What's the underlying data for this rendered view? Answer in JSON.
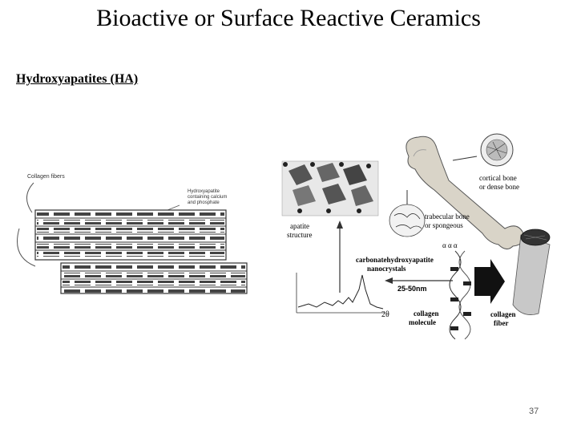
{
  "slide": {
    "title": "Bioactive or Surface Reactive Ceramics",
    "subtitle": "Hydroxyapatites (HA)",
    "page_number": "37"
  },
  "left_figure": {
    "label_collagen": "Collagen fibers",
    "label_ha_line1": "Hydroxyapatite",
    "label_ha_line2": "containing calcium",
    "label_ha_line3": "and phosphate"
  },
  "right_figure": {
    "cortical_line1": "cortical bone",
    "cortical_line2": "or dense bone",
    "trabecular_line1": "trabecular bone",
    "trabecular_line2": "or spongeous",
    "apatite_line1": "apatite",
    "apatite_line2": "structure",
    "carbonate_line1": "carbonatehydroxyapatite",
    "carbonate_line2": "nanocrystals",
    "size_label": "25-50nm",
    "collagen_molecule_line1": "collagen",
    "collagen_molecule_line2": "molecule",
    "collagen_fiber_line1": "collagen",
    "collagen_fiber_line2": "fiber",
    "alpha_label": "α  α  α",
    "two_theta_label": "2θ"
  }
}
